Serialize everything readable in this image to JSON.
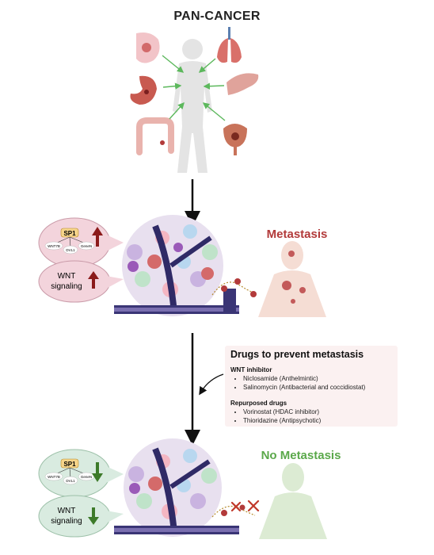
{
  "top": {
    "title": "PAN-CANCER"
  },
  "metastasis": {
    "title": "Metastasis",
    "bubble_genes": {
      "center": "SP1",
      "left": "WNT7B",
      "middle": "DVL1",
      "right": "GeneN"
    },
    "wnt_label_1": "WNT",
    "wnt_label_2": "signaling"
  },
  "drugs": {
    "heading": "Drugs to prevent metastasis",
    "wnt_inhibitor": {
      "label": "WNT inhibitor",
      "items": [
        "Niclosamide (Anthelmintic)",
        "Salinomycin (Antibacterial and coccidiostat)"
      ]
    },
    "repurposed": {
      "label": "Repurposed drugs",
      "items": [
        "Vorinostat (HDAC inhibitor)",
        "Thioridazine (Antipsychotic)"
      ]
    }
  },
  "no_metastasis": {
    "title": "No Metastasis",
    "bubble_genes": {
      "center": "SP1",
      "left": "WNT7B",
      "middle": "DVL1",
      "right": "GeneN"
    },
    "wnt_label_1": "WNT",
    "wnt_label_2": "signaling"
  },
  "colors": {
    "meta_red": "#b23a3a",
    "no_meta_green": "#5aa84a",
    "up_arrow": "#8b1a1a",
    "down_arrow": "#3d7a2a",
    "pink_bubble": "#f3d4dc",
    "green_bubble": "#d9ebe0"
  }
}
